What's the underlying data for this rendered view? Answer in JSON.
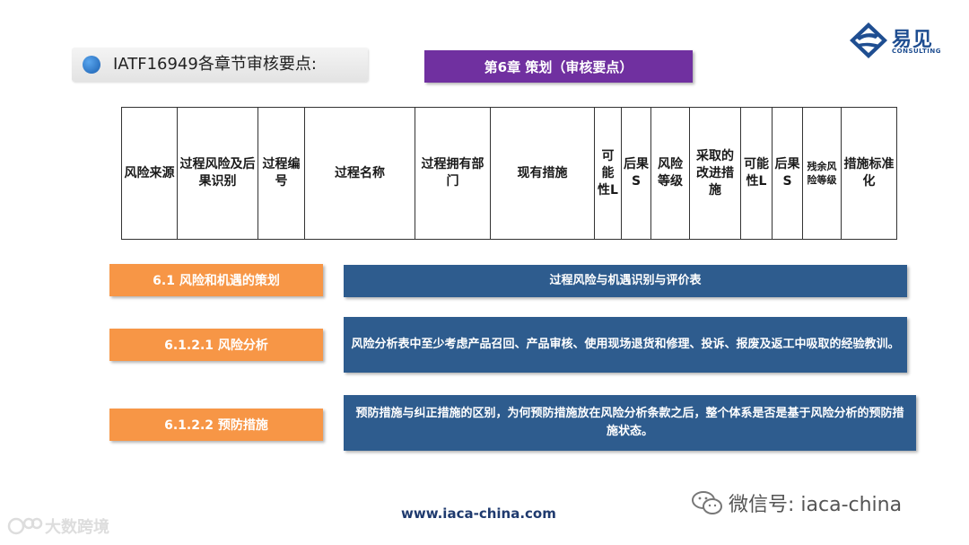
{
  "header": {
    "title": "IATF16949各章节审核要点:",
    "chapter_banner": "第6章   策划（审核要点）"
  },
  "logo": {
    "name": "易见",
    "sub": "CONSULTING"
  },
  "table": {
    "headers": [
      "风险来源",
      "过程风险及后果识别",
      "过程编号",
      "过程名称",
      "过程拥有部门",
      "现有措施",
      "可能性L",
      "后果S",
      "风险等级",
      "采取的改进措施",
      "可能性L",
      "后果S",
      "残余风险等级",
      "措施标准化"
    ]
  },
  "rows": [
    {
      "label": "6.1 风险和机遇的策划",
      "content": "过程风险与机遇识别与评价表"
    },
    {
      "label": "6.1.2.1 风险分析",
      "content": "风险分析表中至少考虑产品召回、产品审核、使用现场退货和修理、投诉、报废及返工中吸取的经验教训。"
    },
    {
      "label": "6.1.2.2  预防措施",
      "content": "预防措施与纠正措施的区别，为何预防措施放在风险分析条款之后，整个体系是否是基于风险分析的预防措施状态。"
    }
  ],
  "footer": {
    "url": "www.iaca-china.com",
    "wechat": "微信号: iaca-china",
    "watermark": "大数跨境"
  },
  "colors": {
    "chapter_banner": "#7030a0",
    "row_label": "#f79646",
    "row_content": "#2e5c8e",
    "brand": "#1f4e91"
  }
}
